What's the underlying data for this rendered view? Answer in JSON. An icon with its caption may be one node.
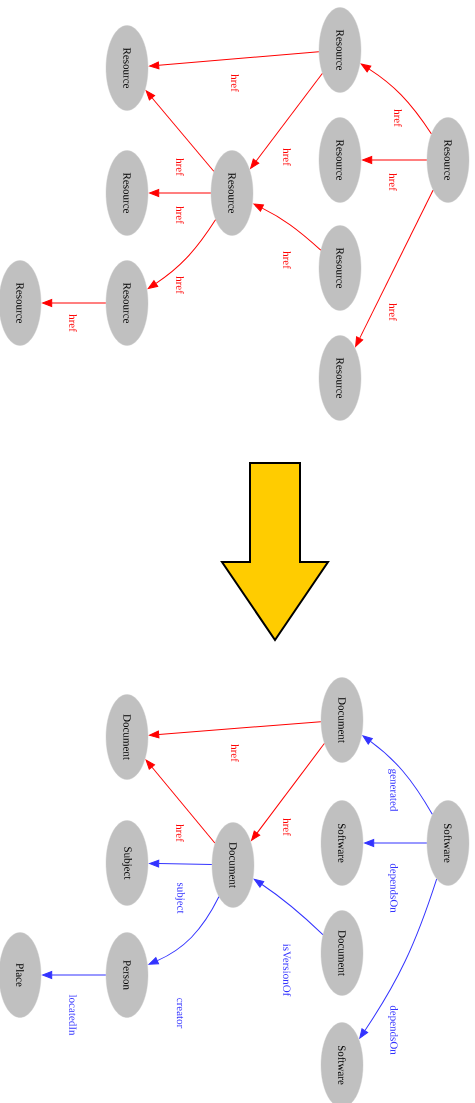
{
  "diagram": {
    "nodes": [
      {
        "text": [
          "Resource"
        ]
      },
      {
        "text": [
          "Resource"
        ]
      },
      {
        "text": [
          "Resource"
        ]
      },
      {
        "text": [
          "Resource"
        ]
      },
      {
        "text": [
          "Resource"
        ]
      },
      {
        "text": [
          "Resource"
        ]
      },
      {
        "text": [
          "Resource"
        ]
      },
      {
        "text": [
          "Resource"
        ]
      },
      {
        "text": [
          "Resource"
        ]
      },
      {
        "text": [
          "Resource"
        ]
      },
      {
        "text": [
          "Software"
        ]
      },
      {
        "text": [
          "Document"
        ]
      },
      {
        "text": [
          "Software"
        ]
      },
      {
        "text": [
          "Document"
        ]
      },
      {
        "text": [
          "Software"
        ]
      },
      {
        "text": [
          "Document"
        ]
      },
      {
        "text": [
          "Document"
        ]
      },
      {
        "text": [
          "Subject"
        ]
      },
      {
        "text": [
          "Person"
        ]
      },
      {
        "text": [
          "Place"
        ]
      }
    ],
    "edges": [
      {
        "from": 0,
        "to": 1,
        "arrow": "to",
        "label": "href"
      },
      {
        "from": 0,
        "to": 2,
        "arrow": "to",
        "label": "href"
      },
      {
        "from": 0,
        "to": 4,
        "arrow": "to",
        "label": "href"
      },
      {
        "from": 1,
        "to": 6,
        "arrow": "to",
        "label": "href"
      },
      {
        "from": 1,
        "to": 5,
        "arrow": "to",
        "label": "href"
      },
      {
        "from": 3,
        "to": 5,
        "arrow": "to",
        "label": "href"
      },
      {
        "from": 5,
        "to": 6,
        "arrow": "to",
        "label": "href"
      },
      {
        "from": 5,
        "to": 7,
        "arrow": "to",
        "label": "href"
      },
      {
        "from": 5,
        "to": 8,
        "arrow": "to",
        "label": "href"
      },
      {
        "from": 8,
        "to": 9,
        "arrow": "to",
        "label": "href"
      },
      {
        "from": 10,
        "to": 11,
        "arrow": "to",
        "label": "generated",
        "color": "#3333ff"
      },
      {
        "from": 10,
        "to": 12,
        "arrow": "to",
        "label": "dependsOn",
        "color": "#3333ff"
      },
      {
        "from": 10,
        "to": 14,
        "arrow": "to",
        "label": "dependsOn",
        "color": "#3333ff"
      },
      {
        "from": 11,
        "to": 16,
        "arrow": "to",
        "label": "href"
      },
      {
        "from": 11,
        "to": 15,
        "arrow": "to",
        "label": "href"
      },
      {
        "from": 13,
        "to": 15,
        "arrow": "to",
        "label": "isVersionOf",
        "color": "#3333ff"
      },
      {
        "from": 15,
        "to": 16,
        "arrow": "to",
        "label": "href"
      },
      {
        "from": 15,
        "to": 17,
        "arrow": "to",
        "label": "subject",
        "color": "#3333ff"
      },
      {
        "from": 15,
        "to": 18,
        "arrow": "to",
        "label": "creator",
        "color": "#3333ff"
      },
      {
        "from": 18,
        "to": 19,
        "arrow": "to",
        "label": "locatedIn",
        "color": "#3333ff"
      }
    ]
  }
}
